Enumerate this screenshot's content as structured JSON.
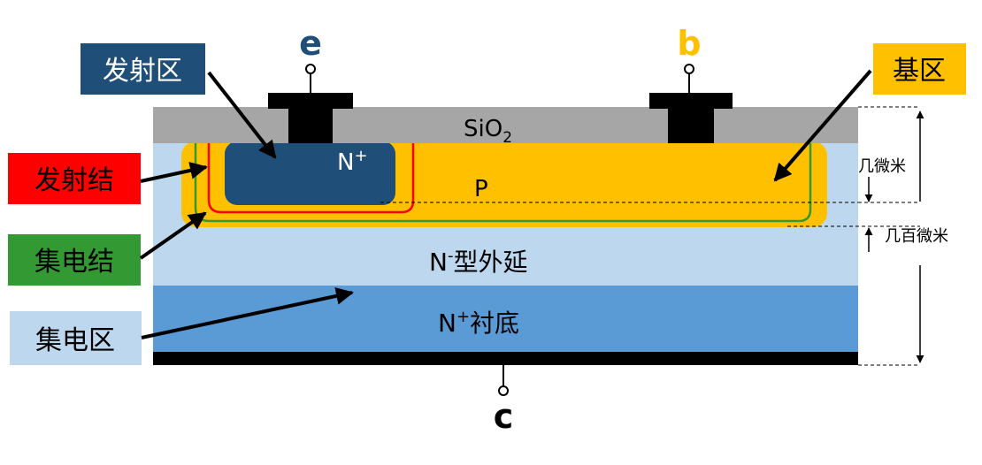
{
  "terminals": {
    "emitter": "e",
    "base": "b",
    "collector": "c"
  },
  "regions": {
    "oxide": {
      "label": "SiO",
      "subscript": "2"
    },
    "emitter": {
      "label": "N",
      "superscript": "+"
    },
    "base": {
      "label": "P"
    },
    "epitaxy": {
      "label_prefix": "N",
      "superscript": "-",
      "label_suffix": "型外延"
    },
    "substrate": {
      "label_prefix": "N",
      "superscript": "+",
      "label_suffix": "衬底"
    }
  },
  "callouts": {
    "emitter_region": "发射区",
    "emitter_junction": "发射结",
    "collector_junction": "集电结",
    "collector_region": "集电区",
    "base_region": "基区"
  },
  "dimensions": {
    "base_depth": "几微米",
    "total_depth": "几百微米"
  },
  "colors": {
    "oxide": "#a6a6a6",
    "base": "#ffc000",
    "emitter": "#1f4e79",
    "epitaxy": "#bdd7ee",
    "substrate": "#5b9bd5",
    "metal": "#000000",
    "emitter_junction": "#ff0000",
    "collector_junction": "#339933",
    "emitter_terminal_text": "#1f4e79",
    "base_terminal_text": "#ffc000",
    "callout_emitter_region_bg": "#1f4e79",
    "callout_emitter_junction_bg": "#ff0000",
    "callout_collector_junction_bg": "#339933",
    "callout_collector_region_bg": "#bdd7ee",
    "callout_base_region_bg": "#ffc000"
  }
}
